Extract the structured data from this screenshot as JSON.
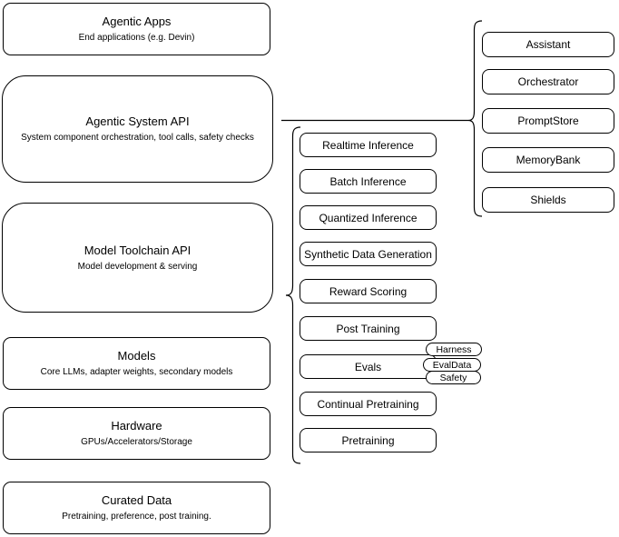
{
  "diagram": {
    "left_stack": [
      {
        "title": "Agentic Apps",
        "subtitle": "End applications (e.g. Devin)"
      },
      {
        "title": "Agentic System API",
        "subtitle": "System component orchestration, tool calls, safety checks"
      },
      {
        "title": "Model Toolchain API",
        "subtitle": "Model development & serving"
      },
      {
        "title": "Models",
        "subtitle": "Core LLMs, adapter weights, secondary models"
      },
      {
        "title": "Hardware",
        "subtitle": "GPUs/Accelerators/Storage"
      },
      {
        "title": "Curated Data",
        "subtitle": "Pretraining, preference, post training."
      }
    ],
    "toolchain_items": [
      "Realtime Inference",
      "Batch Inference",
      "Quantized Inference",
      "Synthetic Data Generation",
      "Reward Scoring",
      "Post Training",
      "Evals",
      "Continual Pretraining",
      "Pretraining"
    ],
    "evals_tags": [
      "Harness",
      "EvalData",
      "Safety"
    ],
    "system_components": [
      "Assistant",
      "Orchestrator",
      "PromptStore",
      "MemoryBank",
      "Shields"
    ],
    "colors": {
      "border": "#000000",
      "background": "#ffffff",
      "text": "#000000"
    }
  }
}
